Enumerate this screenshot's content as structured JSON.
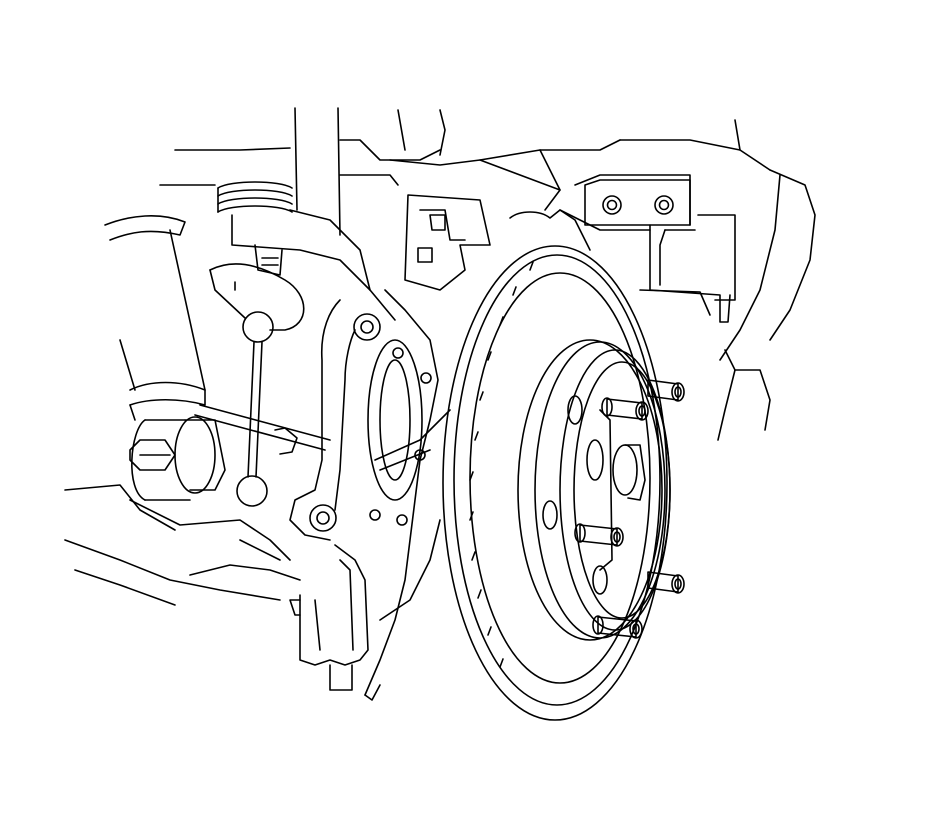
{
  "diagram": {
    "style": "black line art on white",
    "line_color": "#000000",
    "background_color": "#ffffff",
    "components": [
      "strut",
      "coil-spring",
      "sway-bar-link",
      "steering-knuckle",
      "lower-control-arm",
      "brake-rotor",
      "wheel-hub",
      "wheel-studs",
      "caliper-bracket",
      "splash-shield",
      "mounting-bracket"
    ]
  }
}
